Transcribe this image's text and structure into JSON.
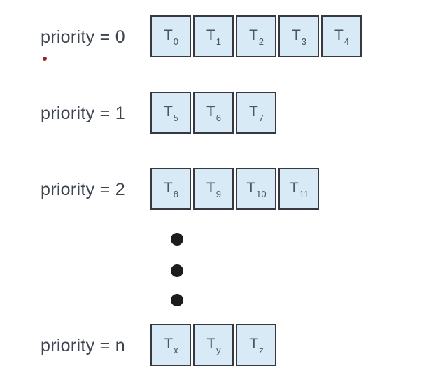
{
  "diagram": {
    "queues": [
      {
        "label": "priority = 0",
        "threads": [
          {
            "base": "T",
            "sub": "0"
          },
          {
            "base": "T",
            "sub": "1"
          },
          {
            "base": "T",
            "sub": "2"
          },
          {
            "base": "T",
            "sub": "3"
          },
          {
            "base": "T",
            "sub": "4"
          }
        ]
      },
      {
        "label": "priority = 1",
        "threads": [
          {
            "base": "T",
            "sub": "5"
          },
          {
            "base": "T",
            "sub": "6"
          },
          {
            "base": "T",
            "sub": "7"
          }
        ]
      },
      {
        "label": "priority = 2",
        "threads": [
          {
            "base": "T",
            "sub": "8"
          },
          {
            "base": "T",
            "sub": "9"
          },
          {
            "base": "T",
            "sub": "10"
          },
          {
            "base": "T",
            "sub": "11"
          }
        ]
      },
      {
        "label": "priority = n",
        "threads": [
          {
            "base": "T",
            "sub": "x"
          },
          {
            "base": "T",
            "sub": "y"
          },
          {
            "base": "T",
            "sub": "z"
          }
        ]
      }
    ],
    "ellipsis_dot_count": 3
  },
  "colors": {
    "background": "#ffffff",
    "cell_fill": "#d9eaf7",
    "cell_border": "#36393f",
    "cell_text": "#475662",
    "label_text": "#3d4450",
    "ellipsis_dot": "#1c1c1c",
    "stray_mark": "#9b2424"
  }
}
